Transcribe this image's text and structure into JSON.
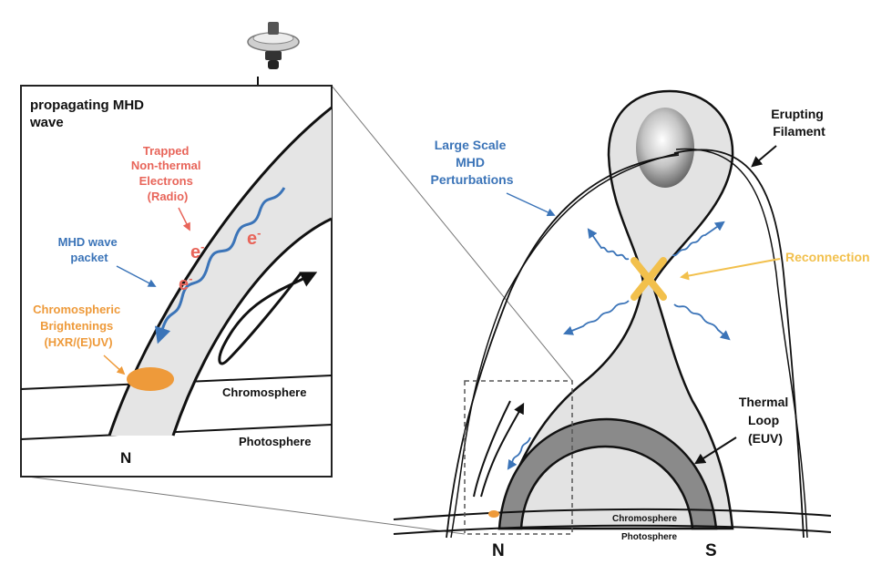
{
  "colors": {
    "blue": "#3b74b8",
    "red": "#e8655a",
    "orange": "#ee9a3a",
    "yellow": "#f2c04c",
    "loop_fill": "#e3e3e3",
    "thermal_fill": "#8a8a8a",
    "ink": "#111111"
  },
  "inset": {
    "title_line1": "propagating MHD",
    "title_line2": "wave",
    "trapped_line1": "Trapped",
    "trapped_line2": "Non-thermal",
    "trapped_line3": "Electrons",
    "trapped_line4": "(Radio)",
    "wave_packet_line1": "MHD wave",
    "wave_packet_line2": "packet",
    "chromo_bright_line1": "Chromospheric",
    "chromo_bright_line2": "Brightenings",
    "chromo_bright_line3": "(HXR/(E)UV)",
    "electron": "e",
    "electron_sup": "-",
    "chromosphere": "Chromosphere",
    "photosphere": "Photosphere",
    "footpoint": "N"
  },
  "main": {
    "perturb_line1": "Large Scale",
    "perturb_line2": "MHD",
    "perturb_line3": "Perturbations",
    "filament_line1": "Erupting",
    "filament_line2": "Filament",
    "reconnection": "Reconnection",
    "thermal_line1": "Thermal",
    "thermal_line2": "Loop",
    "thermal_line3": "(EUV)",
    "chromosphere": "Chromosphere",
    "photosphere": "Photosphere",
    "north": "N",
    "south": "S"
  }
}
